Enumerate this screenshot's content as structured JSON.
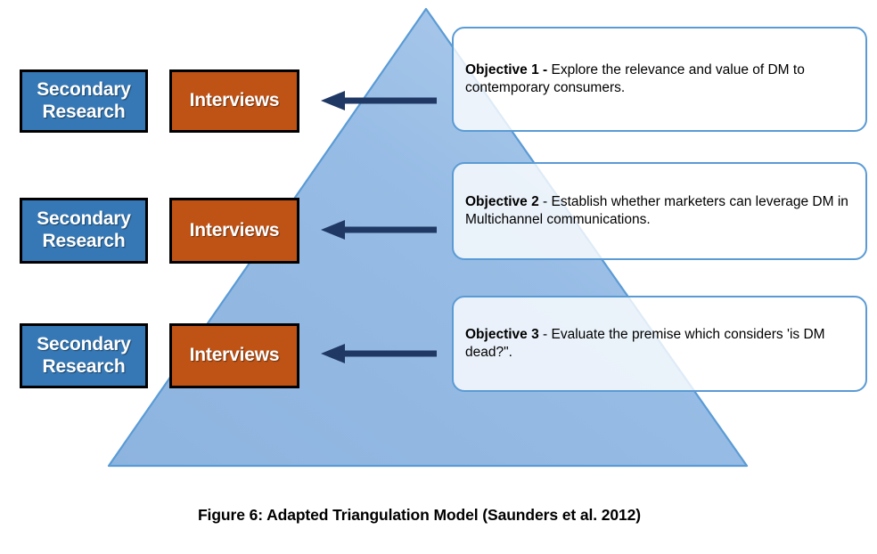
{
  "figure": {
    "caption": "Figure 6: Adapted Triangulation Model (Saunders et al. 2012)"
  },
  "colors": {
    "triangle_fill": "#93B9E3",
    "triangle_stroke": "#5B9BD5",
    "secondary_box_fill": "#3578B5",
    "interviews_box_fill": "#BF5316",
    "box_border": "#000000",
    "arrow": "#1F3864",
    "callout_border": "#5B9BD5",
    "callout_fill": "#FFFFFF"
  },
  "triangle": {
    "label": "triangulation-pyramid",
    "apex": [
      478,
      10
    ],
    "base_left": [
      122,
      523
    ],
    "base_right": [
      838,
      523
    ]
  },
  "rows": [
    {
      "secondary_label": "Secondary\nResearch",
      "secondary_line1": "Secondary",
      "secondary_line2": "Research",
      "interviews_label": "Interviews",
      "arrow_direction": "left",
      "objective_number": "Objective 1 -",
      "objective_text": " Explore the relevance and value of DM to contemporary consumers."
    },
    {
      "secondary_label": "Secondary\nResearch",
      "secondary_line1": "Secondary",
      "secondary_line2": "Research",
      "interviews_label": "Interviews",
      "arrow_direction": "left",
      "objective_number": "Objective 2",
      "objective_text": " - Establish whether marketers can leverage DM in Multichannel communications."
    },
    {
      "secondary_label": "Secondary\nResearch",
      "secondary_line1": "Secondary",
      "secondary_line2": "Research",
      "interviews_label": "Interviews",
      "arrow_direction": "left",
      "objective_number": "Objective 3",
      "objective_text": " - Evaluate the premise which considers 'is DM dead?\"."
    }
  ]
}
